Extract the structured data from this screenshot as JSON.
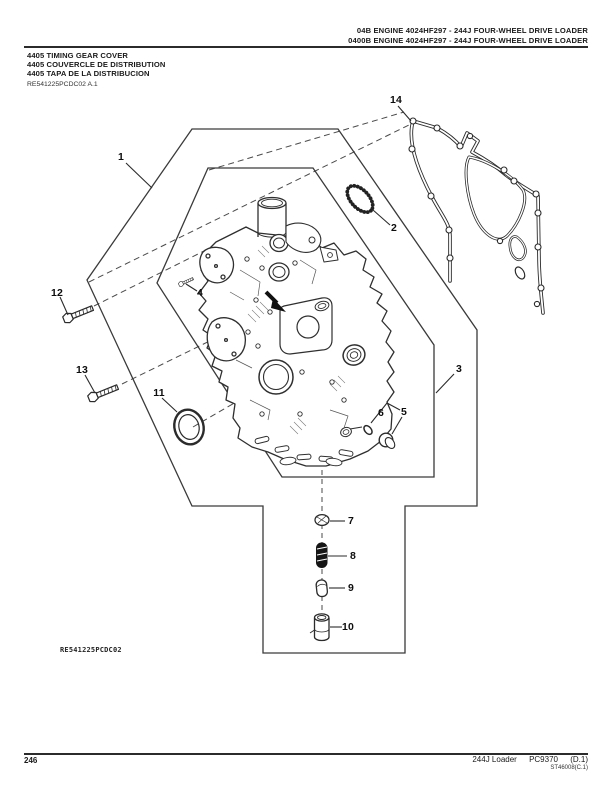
{
  "header": {
    "line1": "04B ENGINE 4024HF297 - 244J FOUR-WHEEL DRIVE LOADER",
    "line2": "0400B ENGINE 4024HF297 - 244J FOUR-WHEEL DRIVE LOADER",
    "titles": [
      "4405 TIMING GEAR COVER",
      "4405 COUVERCLE DE DISTRIBUTION",
      "4405 TAPA DE LA DISTRIBUCION"
    ],
    "figure_code": "RE541225PCDC02 A.1"
  },
  "diagram": {
    "figure_label": "RE541225PCDC02",
    "ink_color": "#2b2b2b",
    "callouts": [
      {
        "label": "1"
      },
      {
        "label": "2"
      },
      {
        "label": "3"
      },
      {
        "label": "4"
      },
      {
        "label": "5"
      },
      {
        "label": "6"
      },
      {
        "label": "7"
      },
      {
        "label": "8"
      },
      {
        "label": "9"
      },
      {
        "label": "10"
      },
      {
        "label": "11"
      },
      {
        "label": "12"
      },
      {
        "label": "13"
      },
      {
        "label": "14"
      }
    ]
  },
  "footer": {
    "page_number": "246",
    "model": "244J Loader",
    "catalog": "PC9370",
    "revision": "(D.1)",
    "doc_code": "ST46008(C.1)"
  }
}
